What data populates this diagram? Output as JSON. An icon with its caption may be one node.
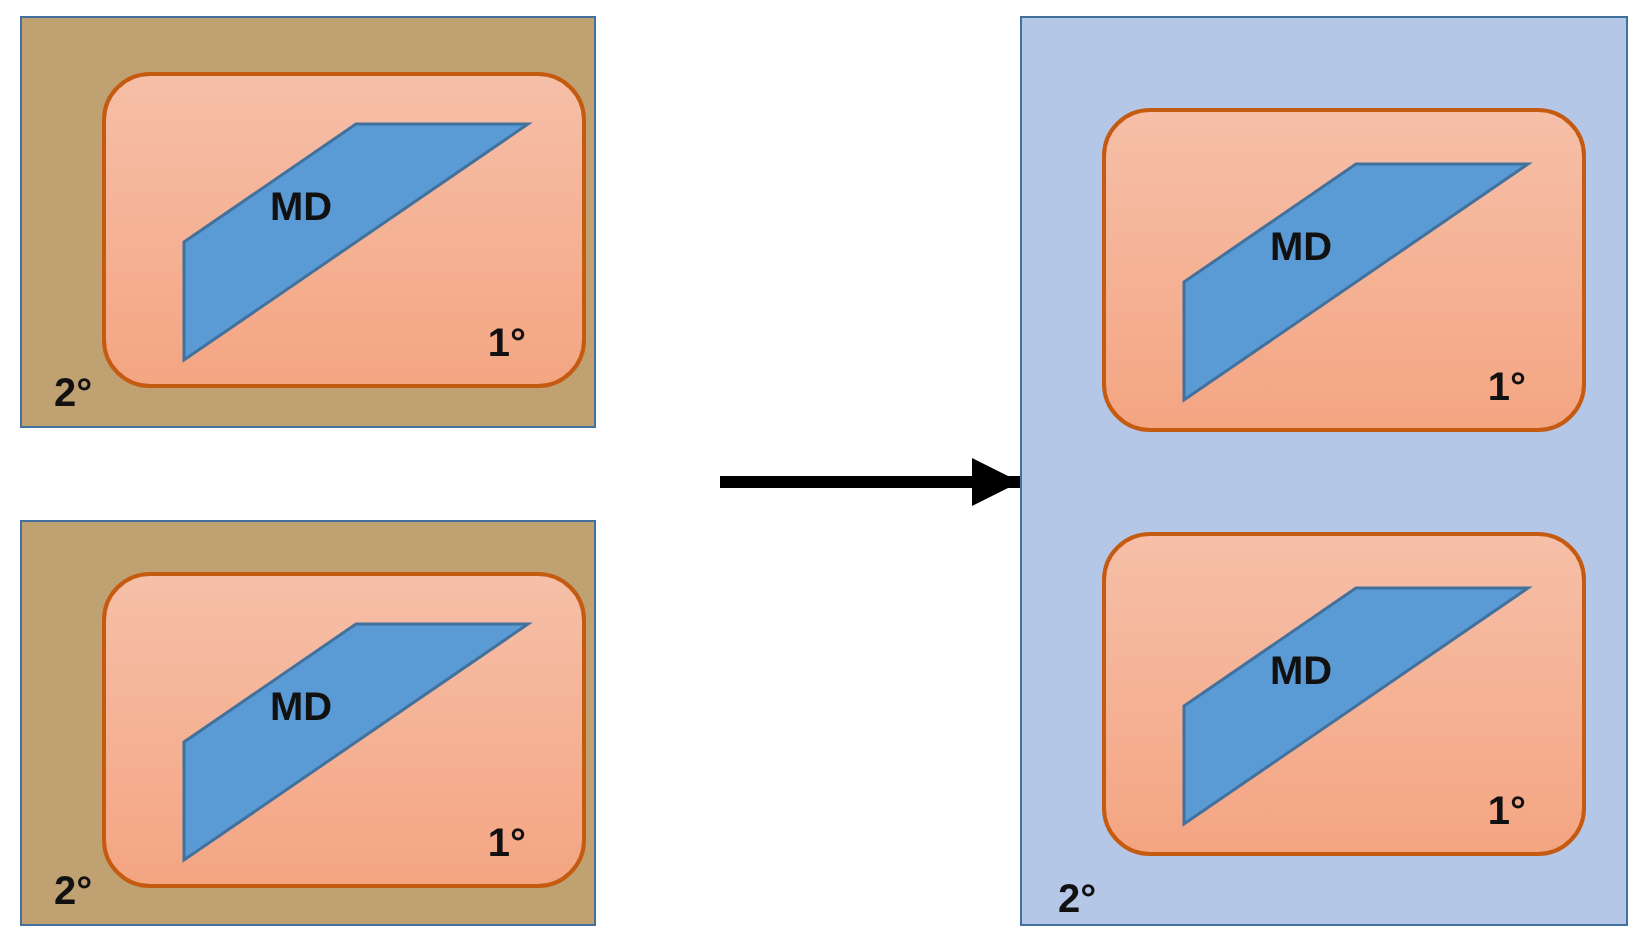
{
  "diagram": {
    "nodes": [
      {
        "text": [
          "2°"
        ]
      },
      {
        "text": [
          "1°"
        ],
        "in": 0
      },
      {
        "text": [
          "MD"
        ],
        "in": 1
      },
      {
        "text": [
          "2°"
        ]
      },
      {
        "text": [
          "1°"
        ],
        "in": 3
      },
      {
        "text": [
          "MD"
        ],
        "in": 4
      },
      {
        "text": [
          "2°"
        ]
      },
      {
        "text": [
          "1°"
        ],
        "in": 6
      },
      {
        "text": [
          "MD"
        ],
        "in": 7
      },
      {
        "text": [
          "1°"
        ],
        "in": 6
      },
      {
        "text": [
          "MD"
        ],
        "in": 9
      }
    ],
    "edges": [
      {
        "from": null,
        "to": 6,
        "arrow": "to"
      }
    ]
  }
}
